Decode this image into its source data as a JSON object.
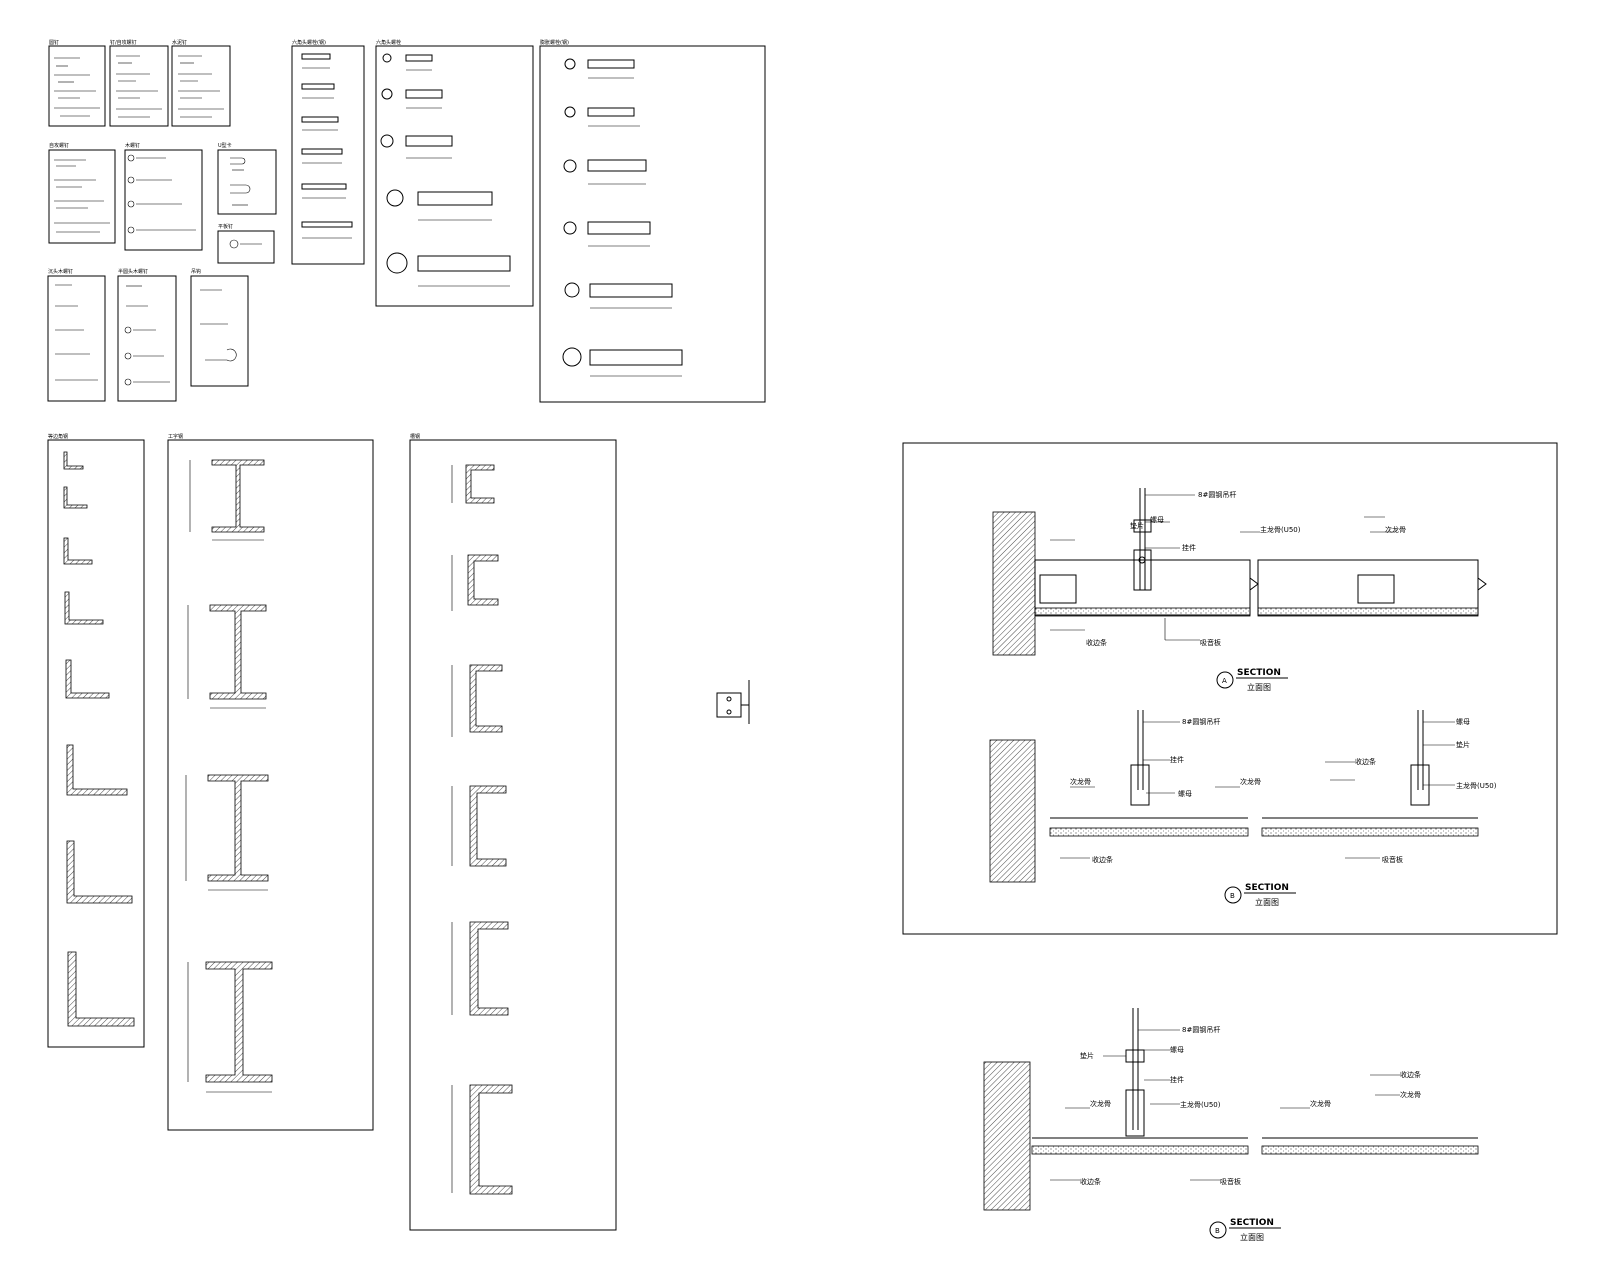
{
  "library": {
    "panels": [
      {
        "id": "nails-1",
        "title": "圆钉"
      },
      {
        "id": "nails-2",
        "title": "钉/自攻螺钉"
      },
      {
        "id": "nails-3",
        "title": "水泥钉"
      },
      {
        "id": "screws-1",
        "title": "自攻螺钉"
      },
      {
        "id": "screws-2",
        "title": "木螺钉"
      },
      {
        "id": "clips",
        "title": "U型卡"
      },
      {
        "id": "fastener-single",
        "title": "平板钉"
      },
      {
        "id": "wood-screws-1",
        "title": "沉头木螺钉"
      },
      {
        "id": "wood-screws-2",
        "title": "半圆头木螺钉"
      },
      {
        "id": "hooks",
        "title": "吊钩"
      },
      {
        "id": "hex-bolts-1",
        "title": "六角头螺栓(钢)"
      },
      {
        "id": "hex-bolts-2",
        "title": "六角头螺栓"
      },
      {
        "id": "anchor-bolts",
        "title": "膨胀螺栓(钢)"
      },
      {
        "id": "angle-steel",
        "title": "等边角钢"
      },
      {
        "id": "i-beam",
        "title": "工字钢"
      },
      {
        "id": "channel",
        "title": "槽钢"
      }
    ]
  },
  "sections": {
    "section_a": {
      "marker": "A",
      "title": "SECTION",
      "subtitle": "立面图",
      "labels": {
        "hanger": "8#圆钢吊杆",
        "nut": "螺母",
        "washer": "垫片",
        "clip": "挂件",
        "main_runner": "主龙骨(U50)",
        "cross_runner": "次龙骨",
        "edge_trim": "收边条",
        "board": "吸音板"
      }
    },
    "section_b": {
      "marker": "B",
      "title": "SECTION",
      "subtitle": "立面图",
      "labels": {
        "hanger": "8#圆钢吊杆",
        "nut": "螺母",
        "washer": "垫片",
        "clip": "挂件",
        "main_runner": "主龙骨(U50)",
        "cross_runner": "次龙骨",
        "edge_trim": "收边条",
        "board": "吸音板"
      }
    },
    "section_c": {
      "marker": "B",
      "title": "SECTION",
      "subtitle": "立面图",
      "labels": {
        "hanger": "8#圆钢吊杆",
        "nut": "螺母",
        "washer": "垫片",
        "clip": "挂件",
        "main_runner": "主龙骨(U50)",
        "cross_runner": "次龙骨",
        "edge_trim": "收边条",
        "board": "吸音板"
      }
    }
  }
}
